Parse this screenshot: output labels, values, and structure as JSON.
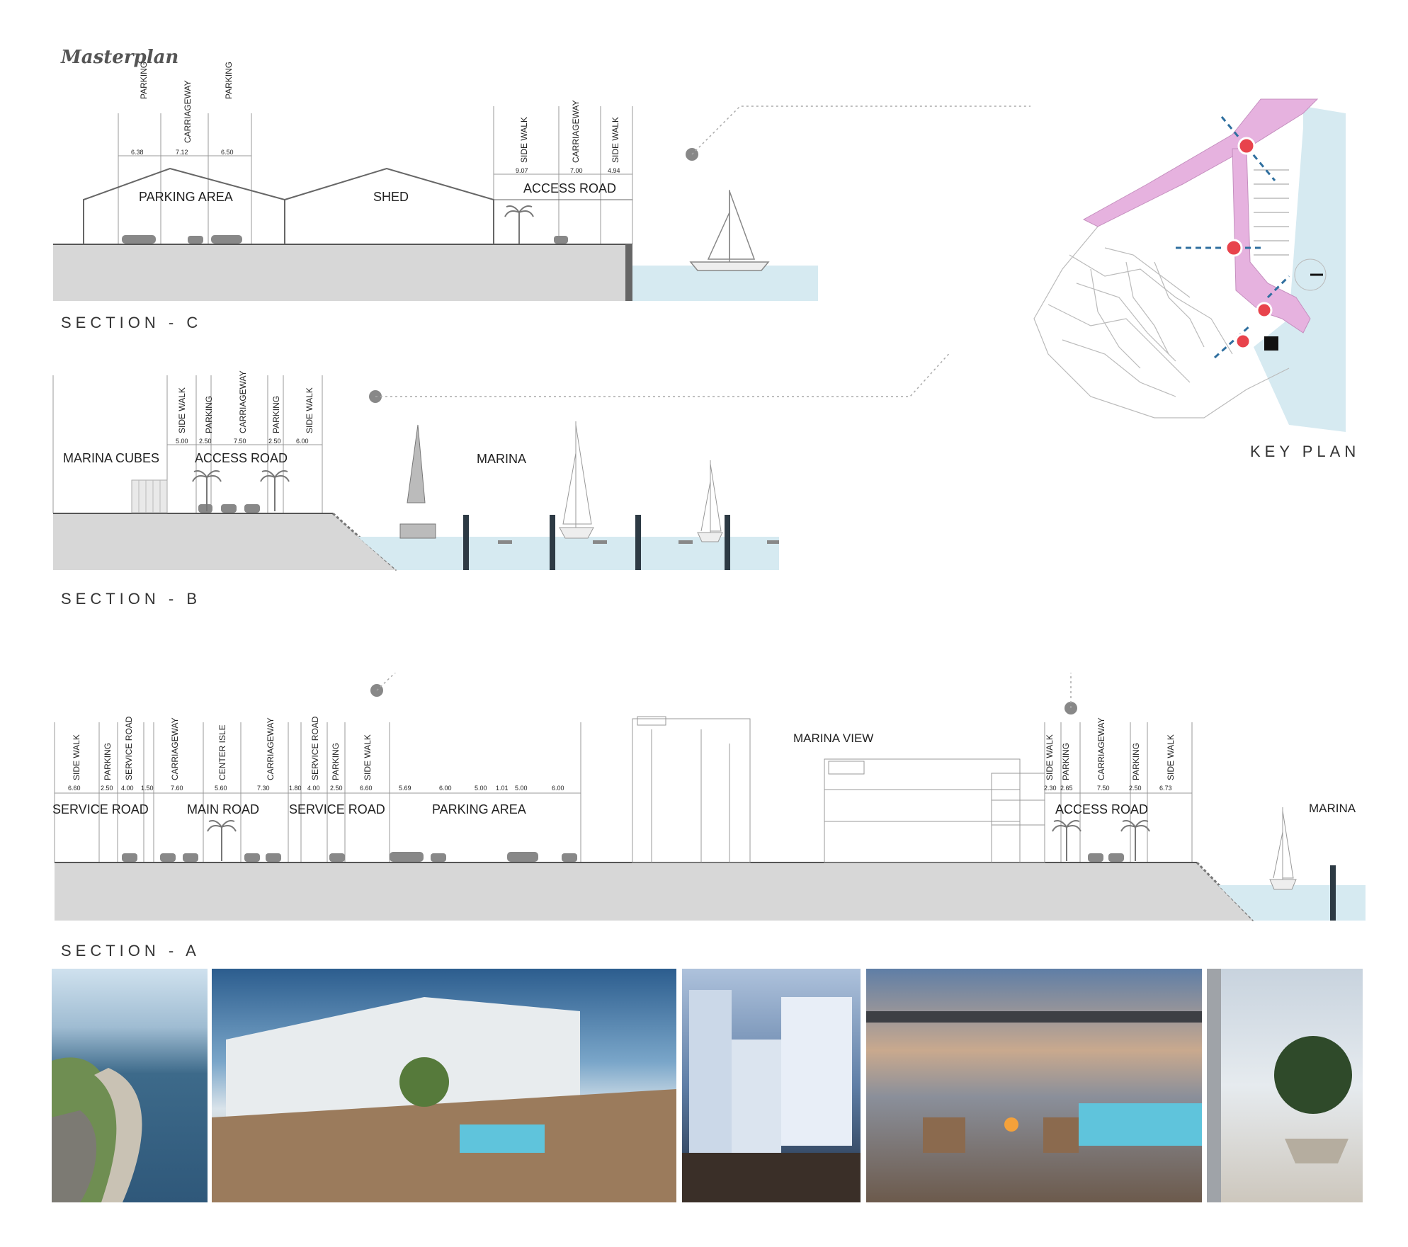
{
  "title": "Masterplan",
  "key_plan_label": "KEY PLAN",
  "section_c": {
    "label": "SECTION - C",
    "zones": [
      "PARKING AREA",
      "SHED",
      "ACCESS ROAD"
    ],
    "lanes_left": [
      {
        "name": "PARKING",
        "width": "6.38"
      },
      {
        "name": "CARRIAGEWAY",
        "width": "7.12"
      },
      {
        "name": "PARKING",
        "width": "6.50"
      }
    ],
    "lanes_right": [
      {
        "name": "SIDE WALK",
        "width": "9.07"
      },
      {
        "name": "CARRIAGEWAY",
        "width": "7.00"
      },
      {
        "name": "SIDE WALK",
        "width": "4.94"
      }
    ]
  },
  "section_b": {
    "label": "SECTION - B",
    "zones": [
      "MARINA CUBES",
      "ACCESS ROAD",
      "MARINA"
    ],
    "lanes": [
      {
        "name": "SIDE WALK",
        "width": "5.00"
      },
      {
        "name": "PARKING",
        "width": "2.50"
      },
      {
        "name": "CARRIAGEWAY",
        "width": "7.50"
      },
      {
        "name": "PARKING",
        "width": "2.50"
      },
      {
        "name": "SIDE WALK",
        "width": "6.00"
      }
    ]
  },
  "section_a": {
    "label": "SECTION - A",
    "zones": [
      "SERVICE ROAD",
      "MAIN ROAD",
      "SERVICE ROAD",
      "PARKING AREA",
      "MARINA VIEW",
      "ACCESS ROAD",
      "MARINA"
    ],
    "lanes_left": [
      {
        "name": "SIDE WALK",
        "width": "6.60"
      },
      {
        "name": "PARKING",
        "width": "2.50"
      },
      {
        "name": "SERVICE ROAD",
        "width": "4.00"
      },
      {
        "name": "",
        "width": "1.50"
      },
      {
        "name": "CARRIAGEWAY",
        "width": "7.60"
      },
      {
        "name": "CENTER ISLE",
        "width": "5.60"
      },
      {
        "name": "CARRIAGEWAY",
        "width": "7.30"
      },
      {
        "name": "",
        "width": "1.80"
      },
      {
        "name": "SERVICE ROAD",
        "width": "4.00"
      },
      {
        "name": "PARKING",
        "width": "2.50"
      },
      {
        "name": "SIDE WALK",
        "width": "6.60"
      }
    ],
    "parking_widths": [
      "5.69",
      "6.00",
      "5.00",
      "1.01",
      "5.00",
      "6.00"
    ],
    "lanes_right": [
      {
        "name": "SIDE WALK",
        "width": "2.30"
      },
      {
        "name": "PARKING",
        "width": "2.65"
      },
      {
        "name": "CARRIAGEWAY",
        "width": "7.50"
      },
      {
        "name": "PARKING",
        "width": "2.50"
      },
      {
        "name": "SIDE WALK",
        "width": "6.73"
      }
    ]
  },
  "colors": {
    "ground": "#d7d7d7",
    "water": "#d6eaf1",
    "route": "#e6b2df",
    "marker": "#e8434c",
    "cut_line": "#2f6f9f"
  }
}
